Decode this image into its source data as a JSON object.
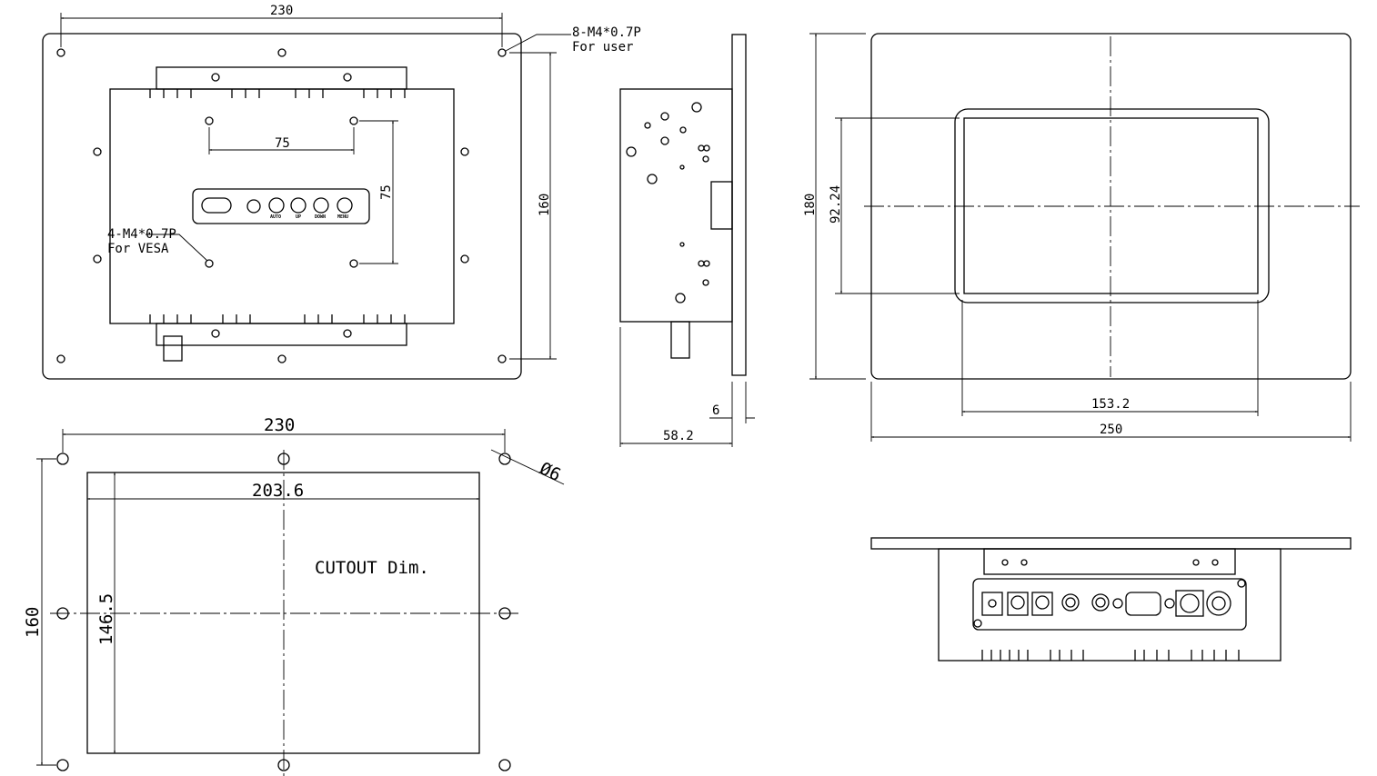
{
  "rear_view": {
    "width_dim": "230",
    "height_dim": "160",
    "vesa_h": "75",
    "vesa_v": "75",
    "user_note_1": "8-M4*0.7P",
    "user_note_2": "For user",
    "vesa_note_1": "4-M4*0.7P",
    "vesa_note_2": "For VESA",
    "buttons": [
      "AUTO",
      "UP",
      "DOWN",
      "MENU"
    ]
  },
  "side_view": {
    "depth_dim": "58.2",
    "plate_dim": "6"
  },
  "front_view": {
    "height_dim": "180",
    "screen_h": "92.24",
    "screen_w": "153.2",
    "width_dim": "250"
  },
  "cutout": {
    "hole_span": "230",
    "hole_dia": "Ø6",
    "cut_w": "203.6",
    "cut_h": "146.5",
    "hole_v": "160",
    "title": "CUTOUT Dim."
  }
}
